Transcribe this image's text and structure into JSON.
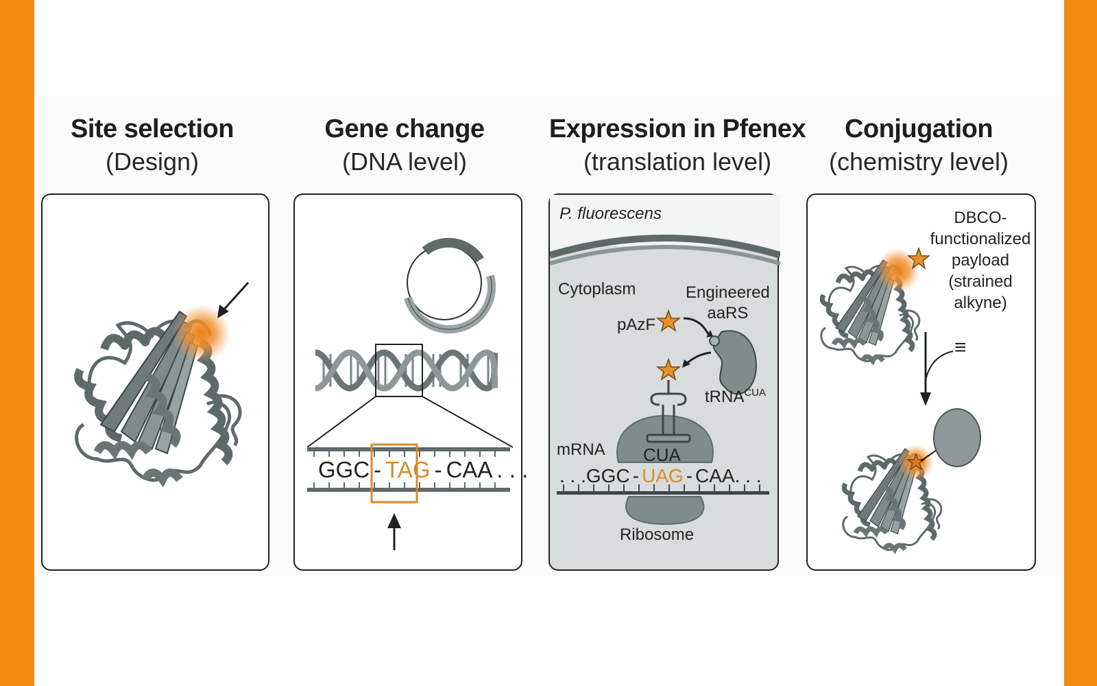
{
  "colors": {
    "border_orange": "#f28a12",
    "accent_orange": "#e8902a",
    "protein_gray": "#5e6a6a",
    "cell_fill": "#d5d9d9"
  },
  "panels": [
    {
      "title": "Site selection",
      "subtitle": "(Design)",
      "icons": [
        "protein-ribbon-icon",
        "arrow-icon",
        "highlight-glow-icon"
      ]
    },
    {
      "title": "Gene change",
      "subtitle": "(DNA level)",
      "icons": [
        "plasmid-icon",
        "dna-helix-icon",
        "arrow-up-icon"
      ],
      "sequence": {
        "before": "GGC",
        "sep1": "-",
        "codon": "TAG",
        "sep2": "-",
        "after": "CAA",
        "ellipsis": ". . ."
      }
    },
    {
      "title": "Expression in Pfenex",
      "subtitle": "(translation level)",
      "organism": "P. fluorescens",
      "cytoplasm": "Cytoplasm",
      "enzyme_line1": "Engineered",
      "enzyme_line2": "aaRS",
      "amino_acid": "pAzF",
      "trna": "tRNA",
      "trna_sup": "CUA",
      "anticodon": "CUA",
      "mrna": "mRNA",
      "sequence": {
        "lead": ". . .",
        "before": "GGC",
        "sep1": "-",
        "codon": "UAG",
        "sep2": "-",
        "after": "CAA",
        "ellipsis": ". . ."
      },
      "ribosome": "Ribosome"
    },
    {
      "title": "Conjugation",
      "subtitle": "(chemistry level)",
      "payload_lines": [
        "DBCO-",
        "functionalized",
        "payload",
        "(strained",
        "alkyne)"
      ],
      "alkyne_symbol": "≡"
    }
  ]
}
